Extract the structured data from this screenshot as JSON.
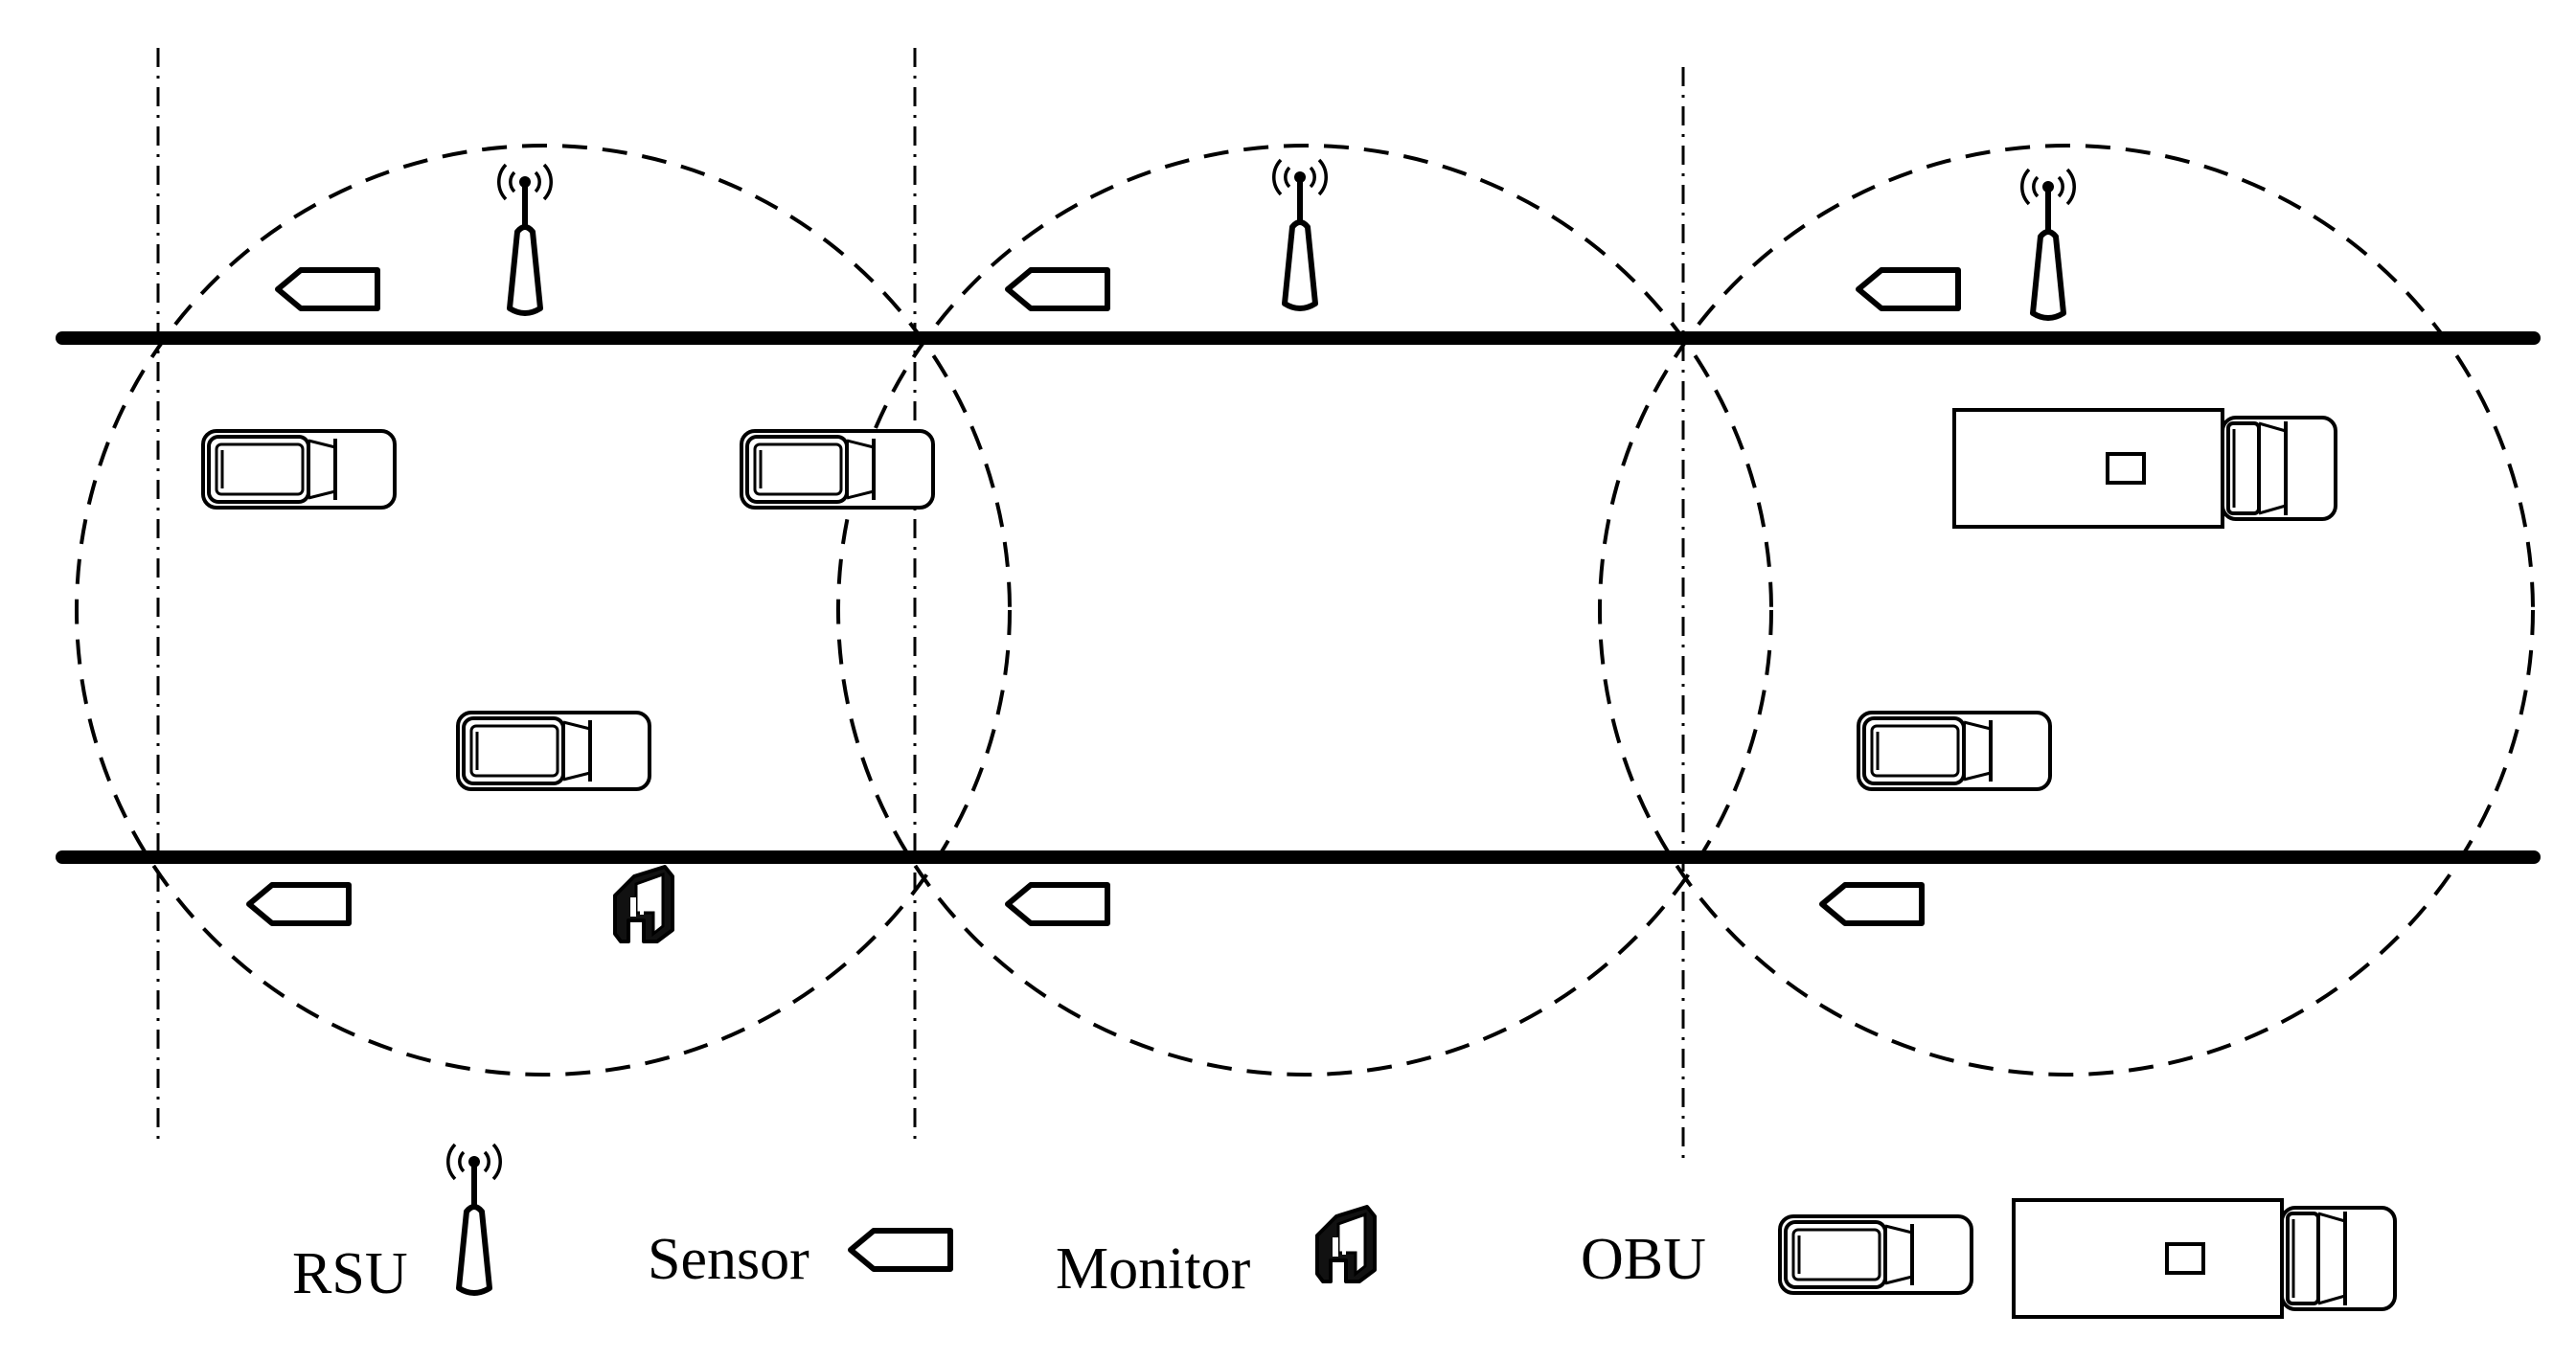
{
  "diagram": {
    "zone_count": 3,
    "legend": {
      "rsu_label": "RSU",
      "sensor_label": "Sensor",
      "monitor_label": "Monitor",
      "obu_label": "OBU"
    },
    "icons": {
      "rsu": "antenna-tower-icon",
      "sensor": "pentagon-arrow-tag-icon",
      "monitor": "camera-monitor-icon",
      "obu_car": "car-top-view-icon",
      "obu_truck": "truck-top-view-icon"
    },
    "colors": {
      "stroke": "#000000",
      "background": "#ffffff"
    }
  }
}
